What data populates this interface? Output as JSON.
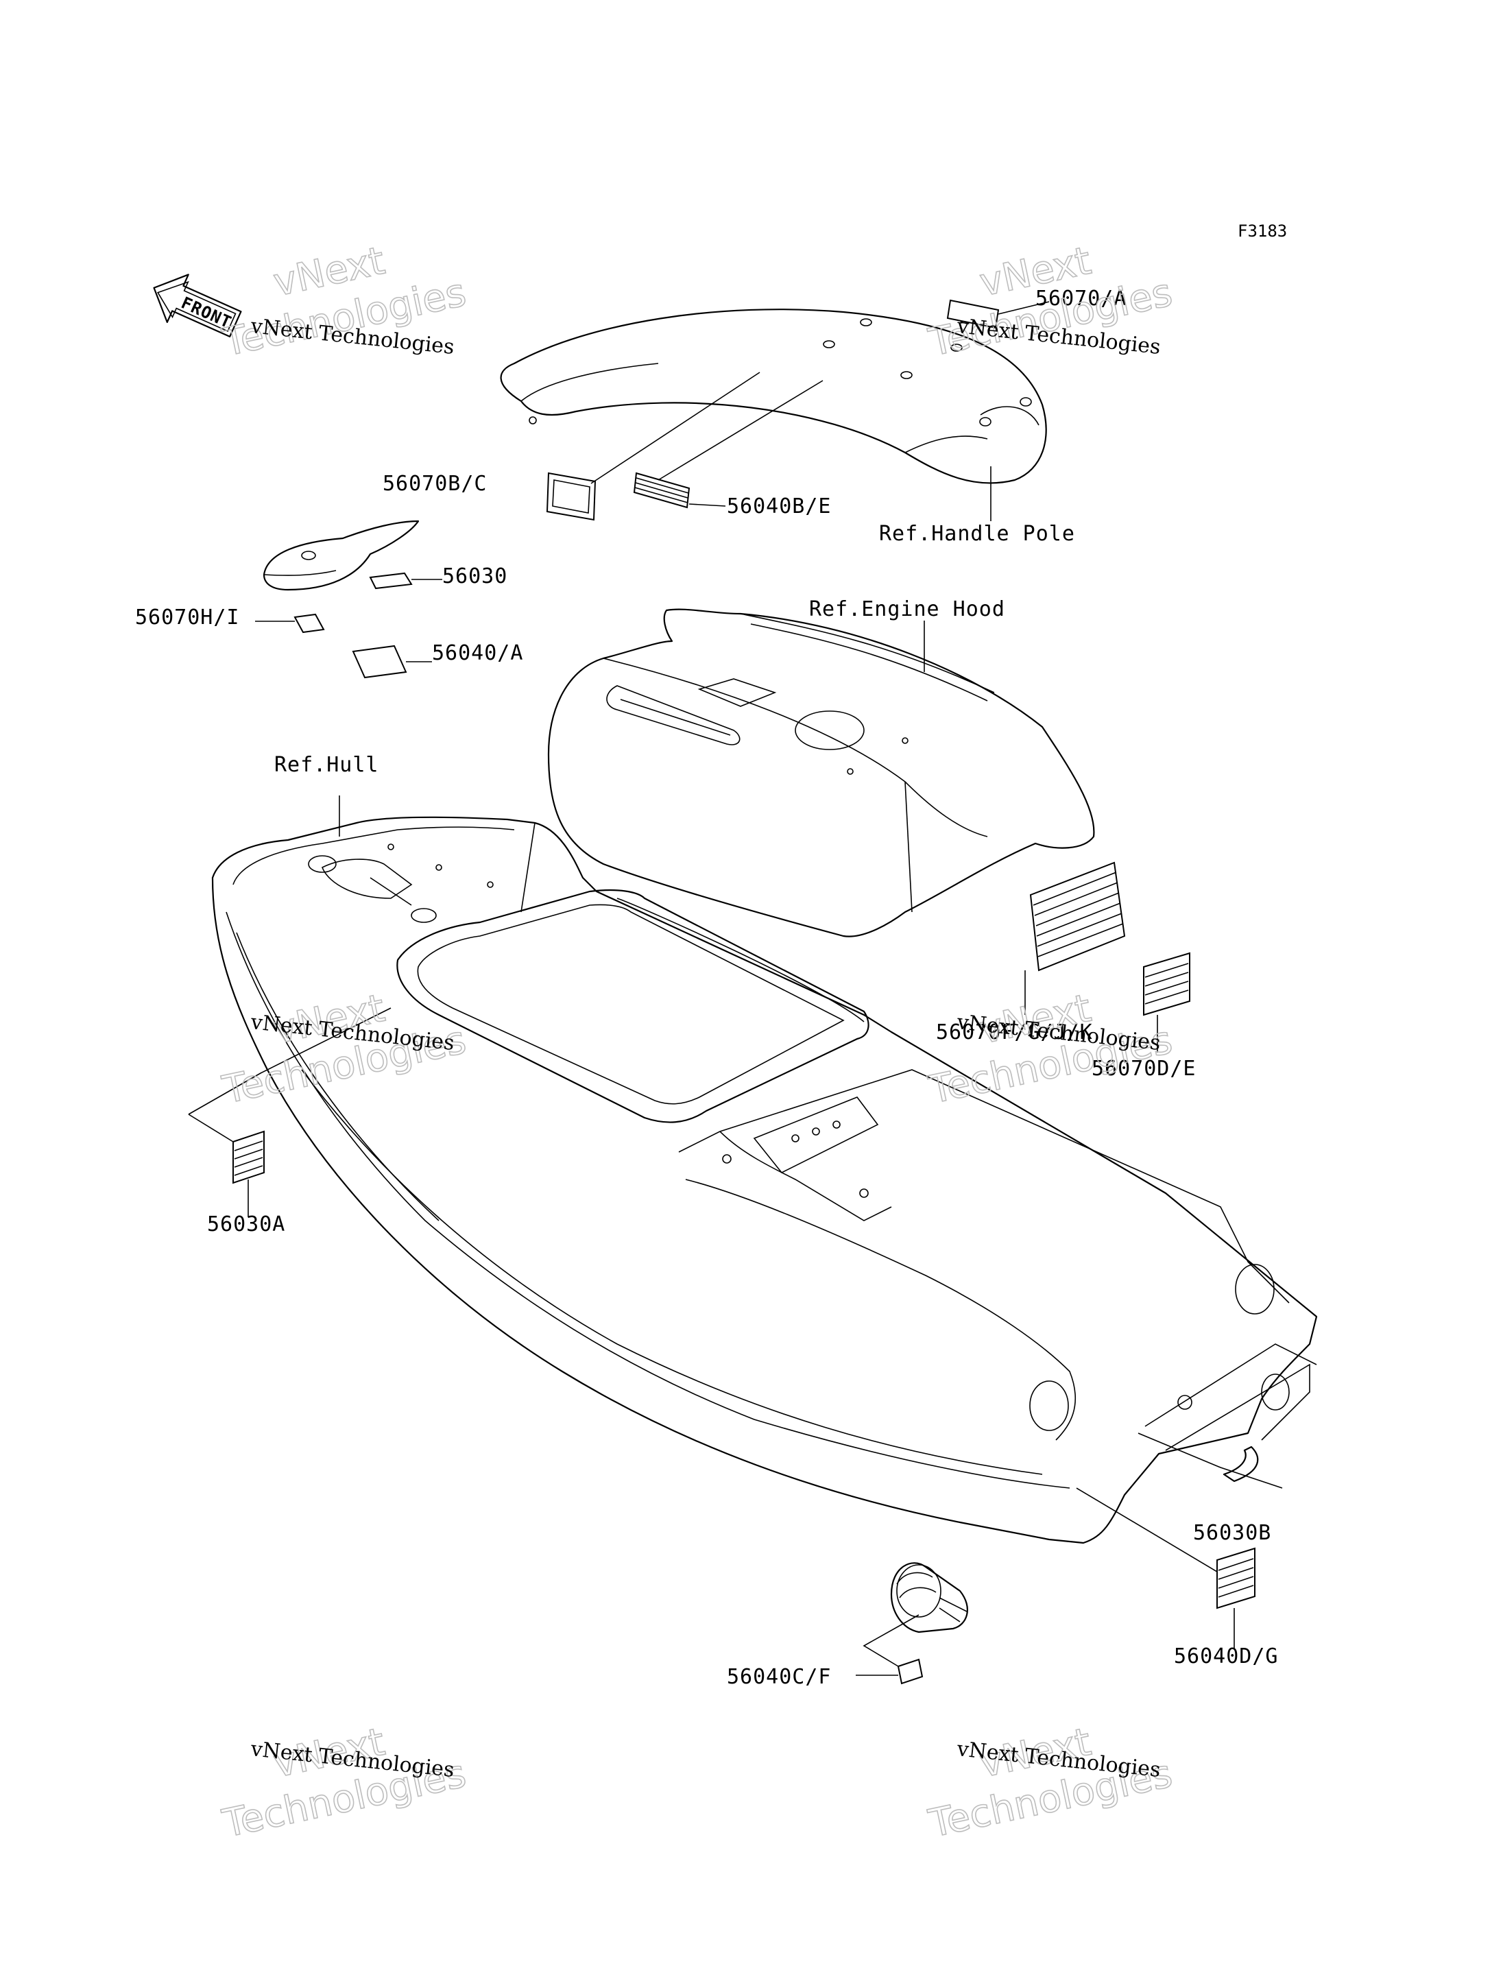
{
  "figure_code": "F3183",
  "front_arrow_label": "FRONT",
  "watermark": {
    "line1": "vNext Technologies",
    "line2_upper": "vNext",
    "line2_lower": "Technologies"
  },
  "labels": {
    "l_56070_A": "56070/A",
    "l_56070_BC": "56070B/C",
    "l_56040_BE": "56040B/E",
    "l_ref_handle_pole": "Ref.Handle Pole",
    "l_56030": "56030",
    "l_56070_HI": "56070H/I",
    "l_56040_A": "56040/A",
    "l_ref_engine_hood": "Ref.Engine Hood",
    "l_ref_hull": "Ref.Hull",
    "l_56070_FGJK": "56070F/G/J/K",
    "l_56070_DE": "56070D/E",
    "l_56030A": "56030A",
    "l_56030B": "56030B",
    "l_56040_DG": "56040D/G",
    "l_56040_CF": "56040C/F"
  }
}
